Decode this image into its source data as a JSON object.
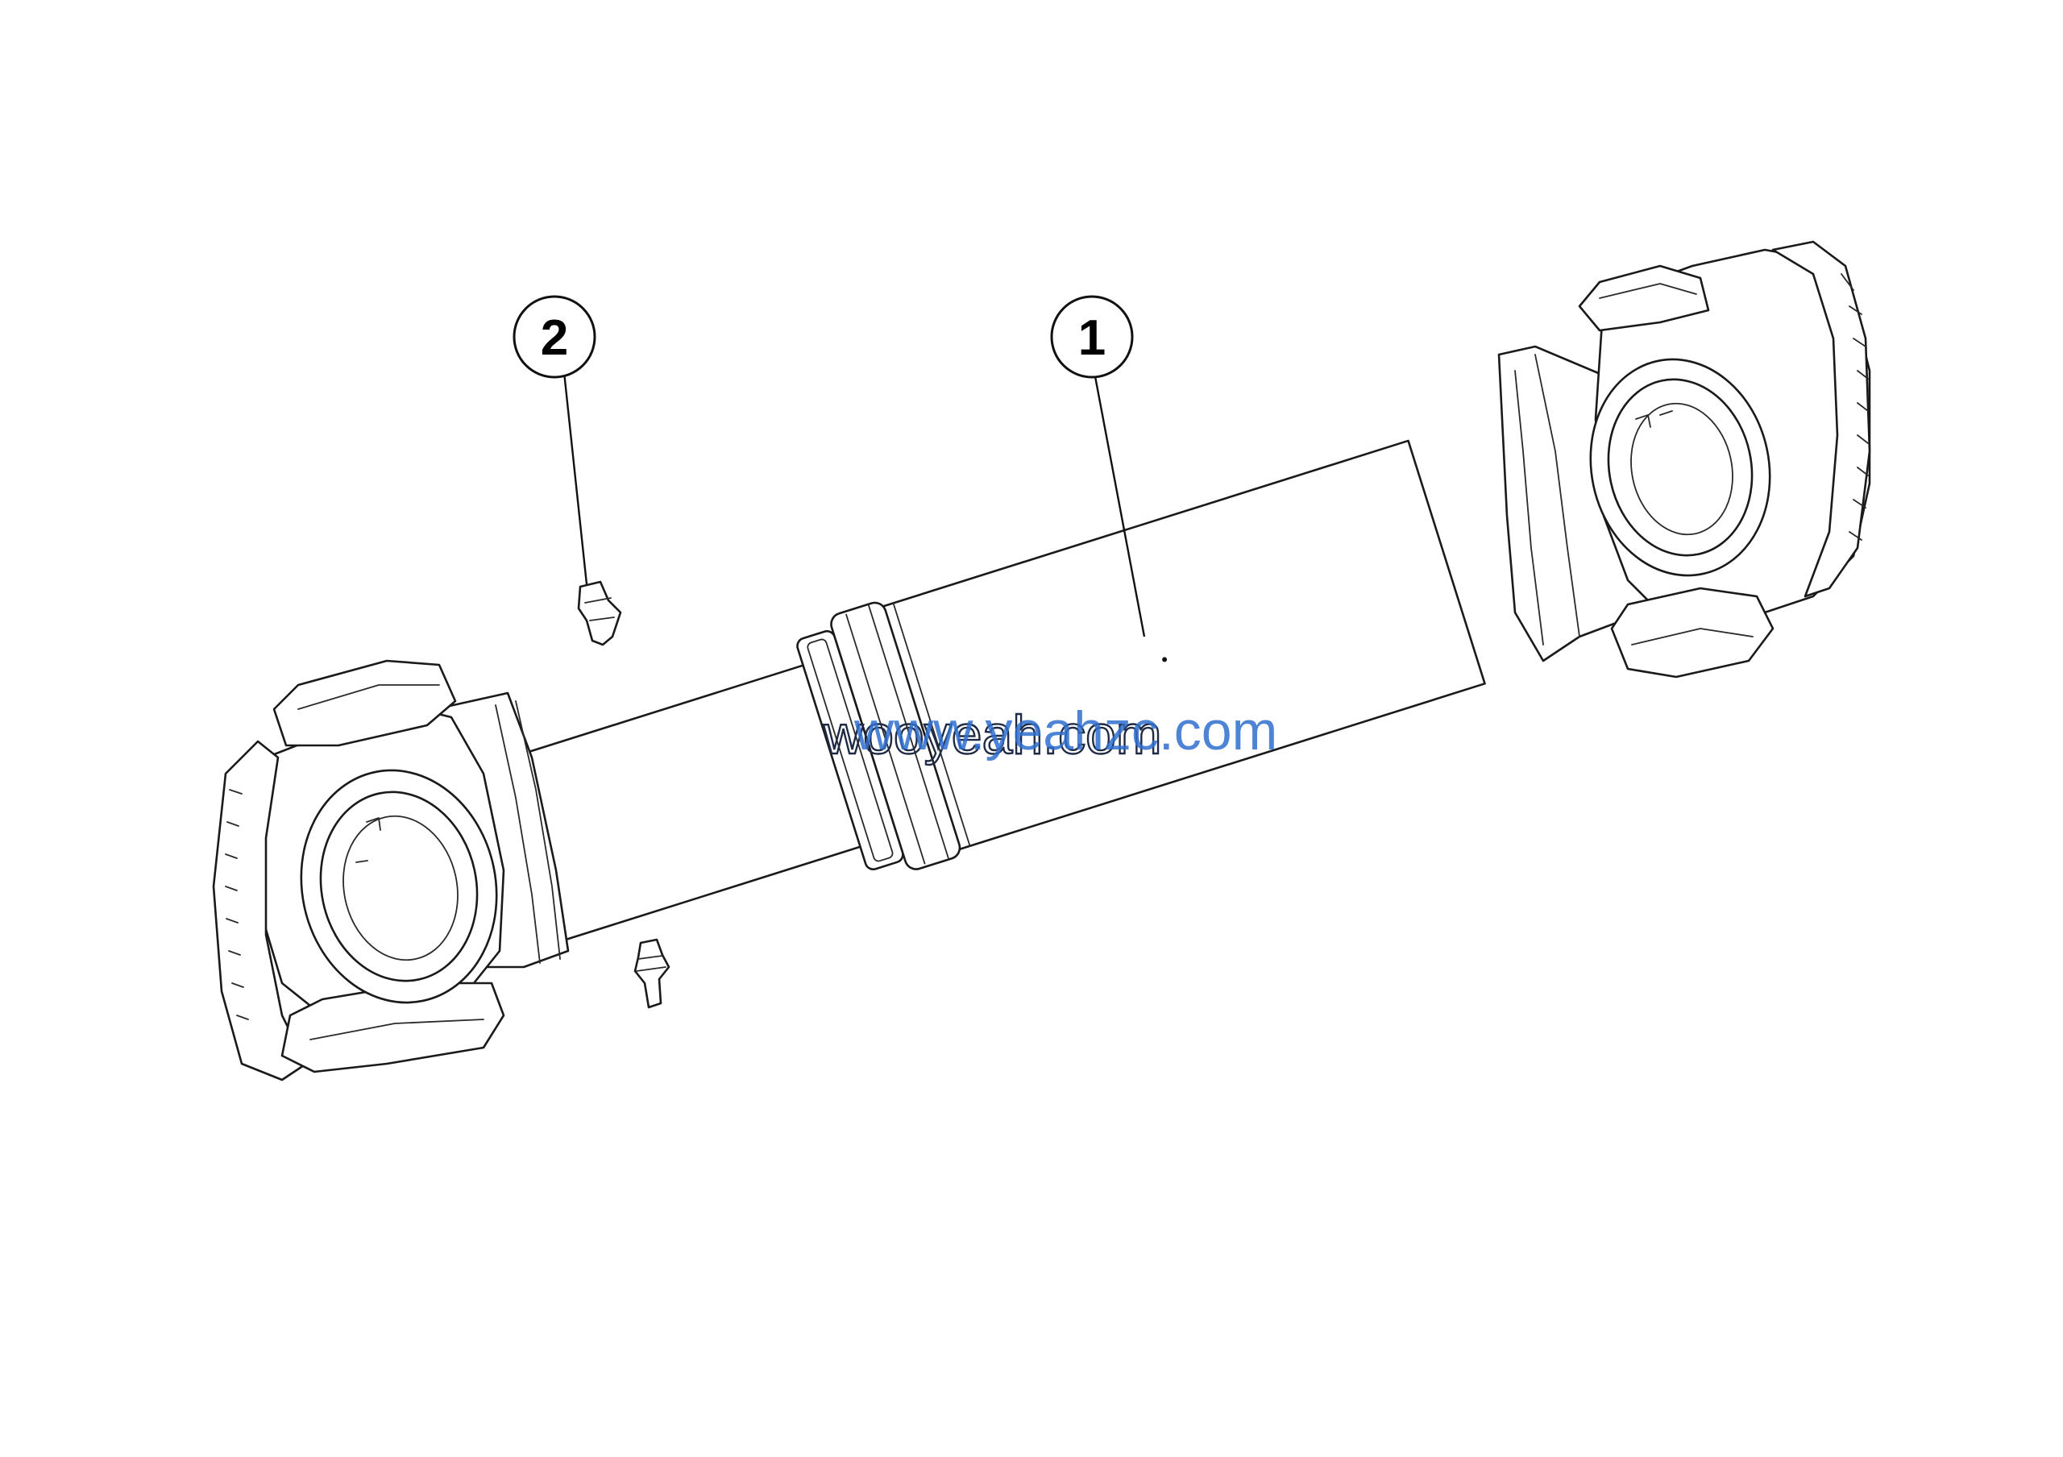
{
  "callouts": [
    {
      "id": "1",
      "label": "1"
    },
    {
      "id": "2",
      "label": "2"
    }
  ],
  "watermark": {
    "text_main": "wooyeah.com",
    "text_overlay": "www.yeahzc.com",
    "color_main": "#1f2a44",
    "color_overlay": "#2f6fd0"
  },
  "colors": {
    "line": "#1a1a1a",
    "background": "#ffffff"
  }
}
